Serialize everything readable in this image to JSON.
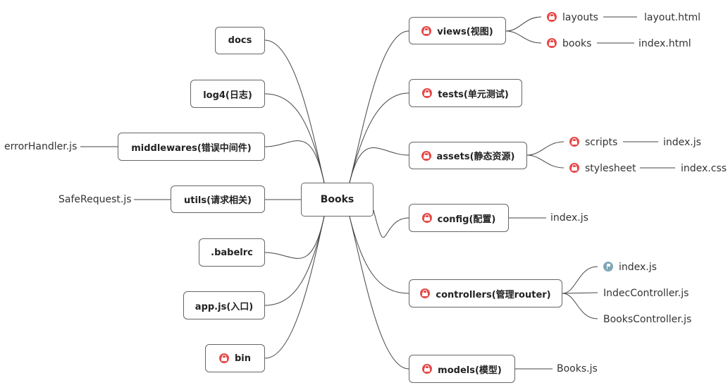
{
  "root": {
    "label": "Books"
  },
  "left": [
    {
      "id": "docs",
      "label": "docs",
      "icon": null,
      "children": []
    },
    {
      "id": "log4",
      "label": "log4(日志)",
      "icon": null,
      "children": []
    },
    {
      "id": "middlewares",
      "label": "middlewares(错误中间件)",
      "icon": null,
      "children": [
        "errorHandler.js"
      ]
    },
    {
      "id": "utils",
      "label": "utils(请求相关)",
      "icon": null,
      "children": [
        "SafeRequest.js"
      ]
    },
    {
      "id": "babelrc",
      "label": ".babelrc",
      "icon": null,
      "children": []
    },
    {
      "id": "appjs",
      "label": "app.js(入口)",
      "icon": null,
      "children": []
    },
    {
      "id": "bin",
      "label": "bin",
      "icon": "lock-icon",
      "children": []
    }
  ],
  "right": [
    {
      "id": "views",
      "label": "views(视图)",
      "icon": "lock-icon",
      "children": [
        {
          "label": "layouts",
          "icon": "lock-icon",
          "child": "layout.html"
        },
        {
          "label": "books",
          "icon": "lock-icon",
          "child": "index.html"
        }
      ]
    },
    {
      "id": "tests",
      "label": "tests(单元测试)",
      "icon": "lock-icon",
      "children": []
    },
    {
      "id": "assets",
      "label": "assets(静态资源)",
      "icon": "lock-icon",
      "children": [
        {
          "label": "scripts",
          "icon": "lock-icon",
          "child": "index.js"
        },
        {
          "label": "stylesheet",
          "icon": "lock-icon",
          "child": "index.css"
        }
      ]
    },
    {
      "id": "config",
      "label": "config(配置)",
      "icon": "lock-icon",
      "children": [
        {
          "label": "index.js",
          "icon": null,
          "child": null
        }
      ]
    },
    {
      "id": "controllers",
      "label": "controllers(管理router)",
      "icon": "lock-icon",
      "children": [
        {
          "label": "index.js",
          "icon": "flag-icon",
          "child": null
        },
        {
          "label": "IndecController.js",
          "icon": null,
          "child": null
        },
        {
          "label": "BooksController.js",
          "icon": null,
          "child": null
        }
      ]
    },
    {
      "id": "models",
      "label": "models(模型)",
      "icon": "lock-icon",
      "children": [
        {
          "label": "Books.js",
          "icon": null,
          "child": null
        }
      ]
    }
  ],
  "colors": {
    "lock_icon": "#e64a4a",
    "flag_icon": "#7fa6b8",
    "line": "#444444",
    "border": "#666666"
  }
}
